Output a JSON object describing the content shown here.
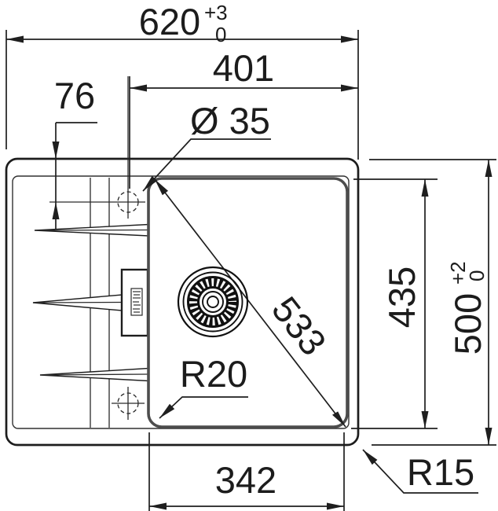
{
  "drawing": {
    "type": "kitchen-sink installation drawing, top view",
    "dims": {
      "w620": {
        "value": "620",
        "tol_plus": "+3",
        "tol_minus": "0"
      },
      "w401": {
        "value": "401"
      },
      "h76": {
        "value": "76"
      },
      "d35": {
        "value": "Ø 35"
      },
      "diag533": {
        "value": "533"
      },
      "r20": {
        "value": "R20"
      },
      "w342": {
        "value": "342"
      },
      "h435": {
        "value": "435"
      },
      "h500": {
        "value": "500",
        "tol_plus": "+2",
        "tol_minus": "0"
      },
      "r15": {
        "value": "R15"
      }
    },
    "colors": {
      "line": "#1d1d1d",
      "bowl_line": "#4d4d4d",
      "background": "#ffffff"
    }
  }
}
